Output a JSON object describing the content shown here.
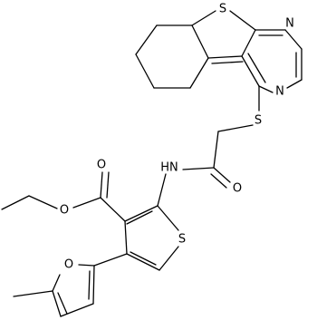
{
  "atom_labels": {
    "s_top": "S",
    "n_upper": "N",
    "n_lower": "N",
    "s_link": "S",
    "o_amide": "O",
    "nh": "HN",
    "o_ester_carbonyl": "O",
    "o_ester": "O",
    "s_thiophene": "S",
    "o_furan": "O"
  }
}
